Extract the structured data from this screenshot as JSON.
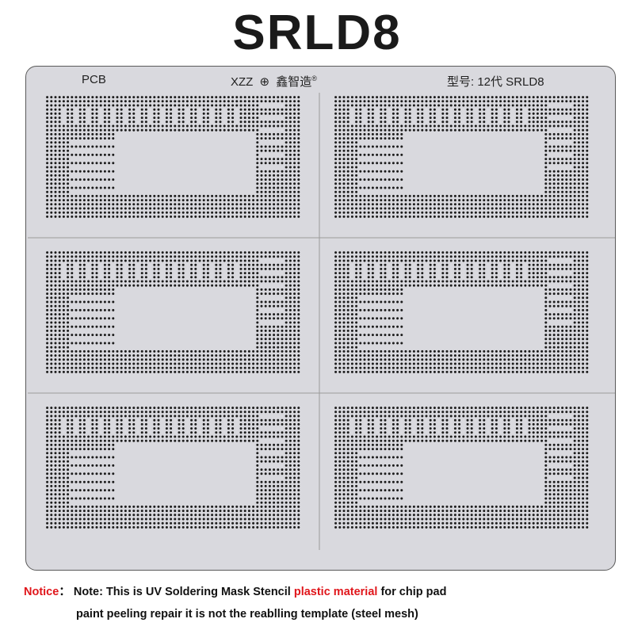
{
  "title": "SRLD8",
  "stencil": {
    "pcb_label": "PCB",
    "brand": "XZZ",
    "brand_cn": "鑫智造",
    "registered": "®",
    "model_label": "型号: 12代 SRLD8",
    "panel_count": 6
  },
  "notice": {
    "label": "Notice",
    "separator": "：",
    "prefix": "Note: This is UV Soldering Mask Stencil",
    "highlight": "plastic material",
    "suffix": "for chip pad",
    "line2": "paint peeling repair it is not the reablling template (steel mesh)"
  },
  "colors": {
    "stencil": "#d9d9de",
    "hole": "#1c1c1c",
    "notice_red": "#e0161b"
  }
}
